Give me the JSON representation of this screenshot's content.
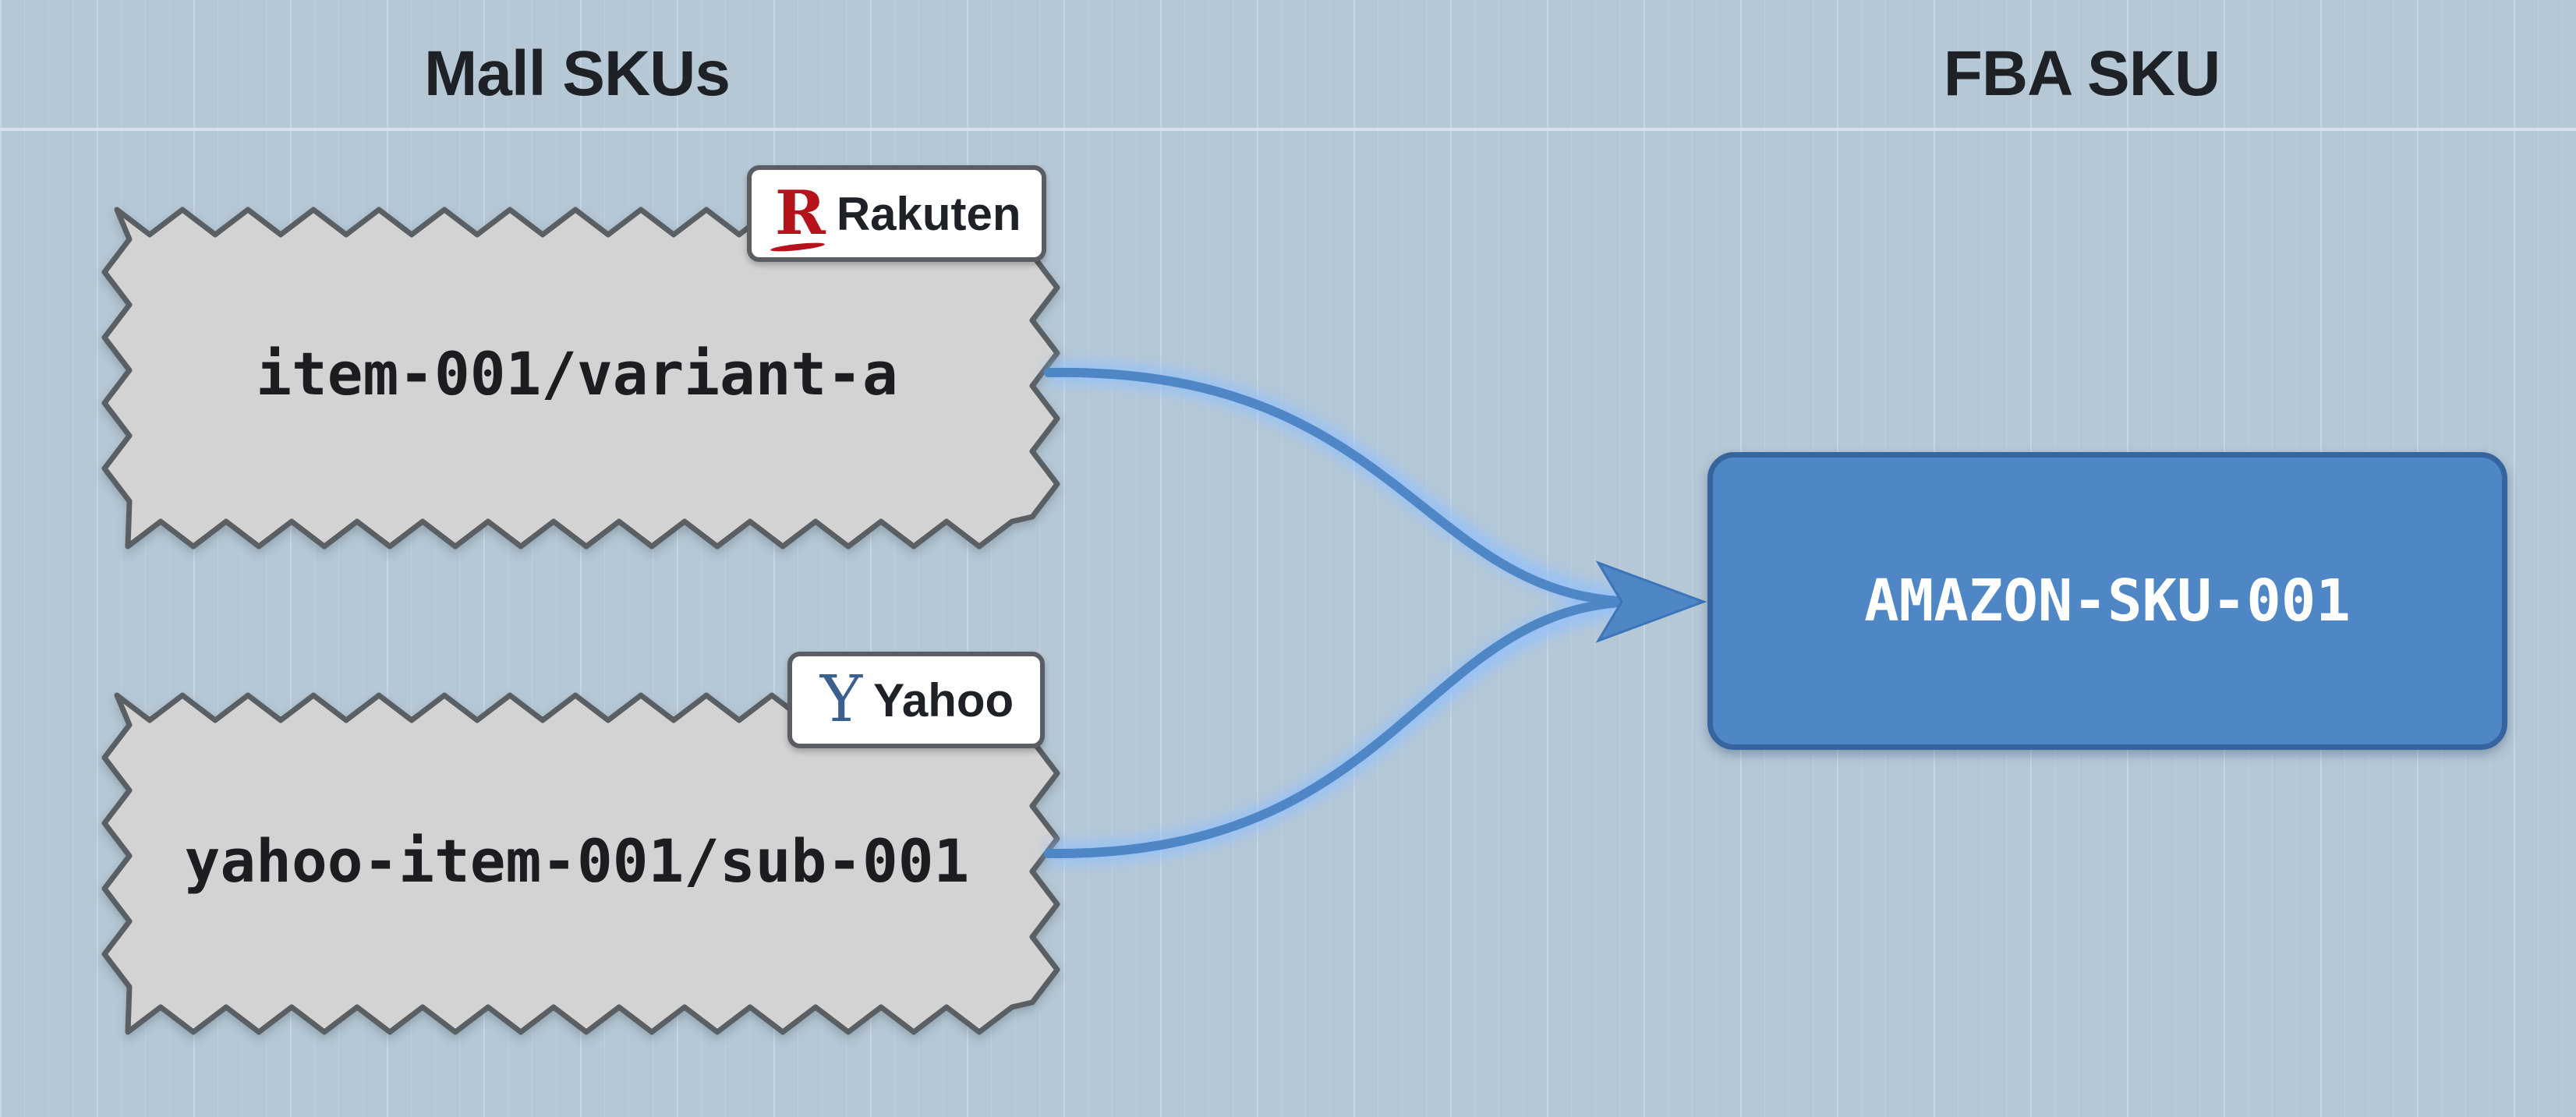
{
  "headers": {
    "left": "Mall SKUs",
    "right": "FBA SKU"
  },
  "mall_skus": [
    {
      "mall": "Rakuten",
      "logo_glyph": "R",
      "logo_color": "#b5121b",
      "sku": "item-001/variant-a"
    },
    {
      "mall": "Yahoo",
      "logo_glyph": "Y",
      "logo_color": "#3b5f8f",
      "sku": "yahoo-item-001/sub-001"
    }
  ],
  "fba": {
    "sku": "AMAZON-SKU-001",
    "box_color": "#4f86c6"
  },
  "colors": {
    "background": "#b6c8d6",
    "mall_box_fill": "#d3d3d3",
    "mall_box_stroke": "#5a5e63",
    "connector": "#4f86c6"
  }
}
